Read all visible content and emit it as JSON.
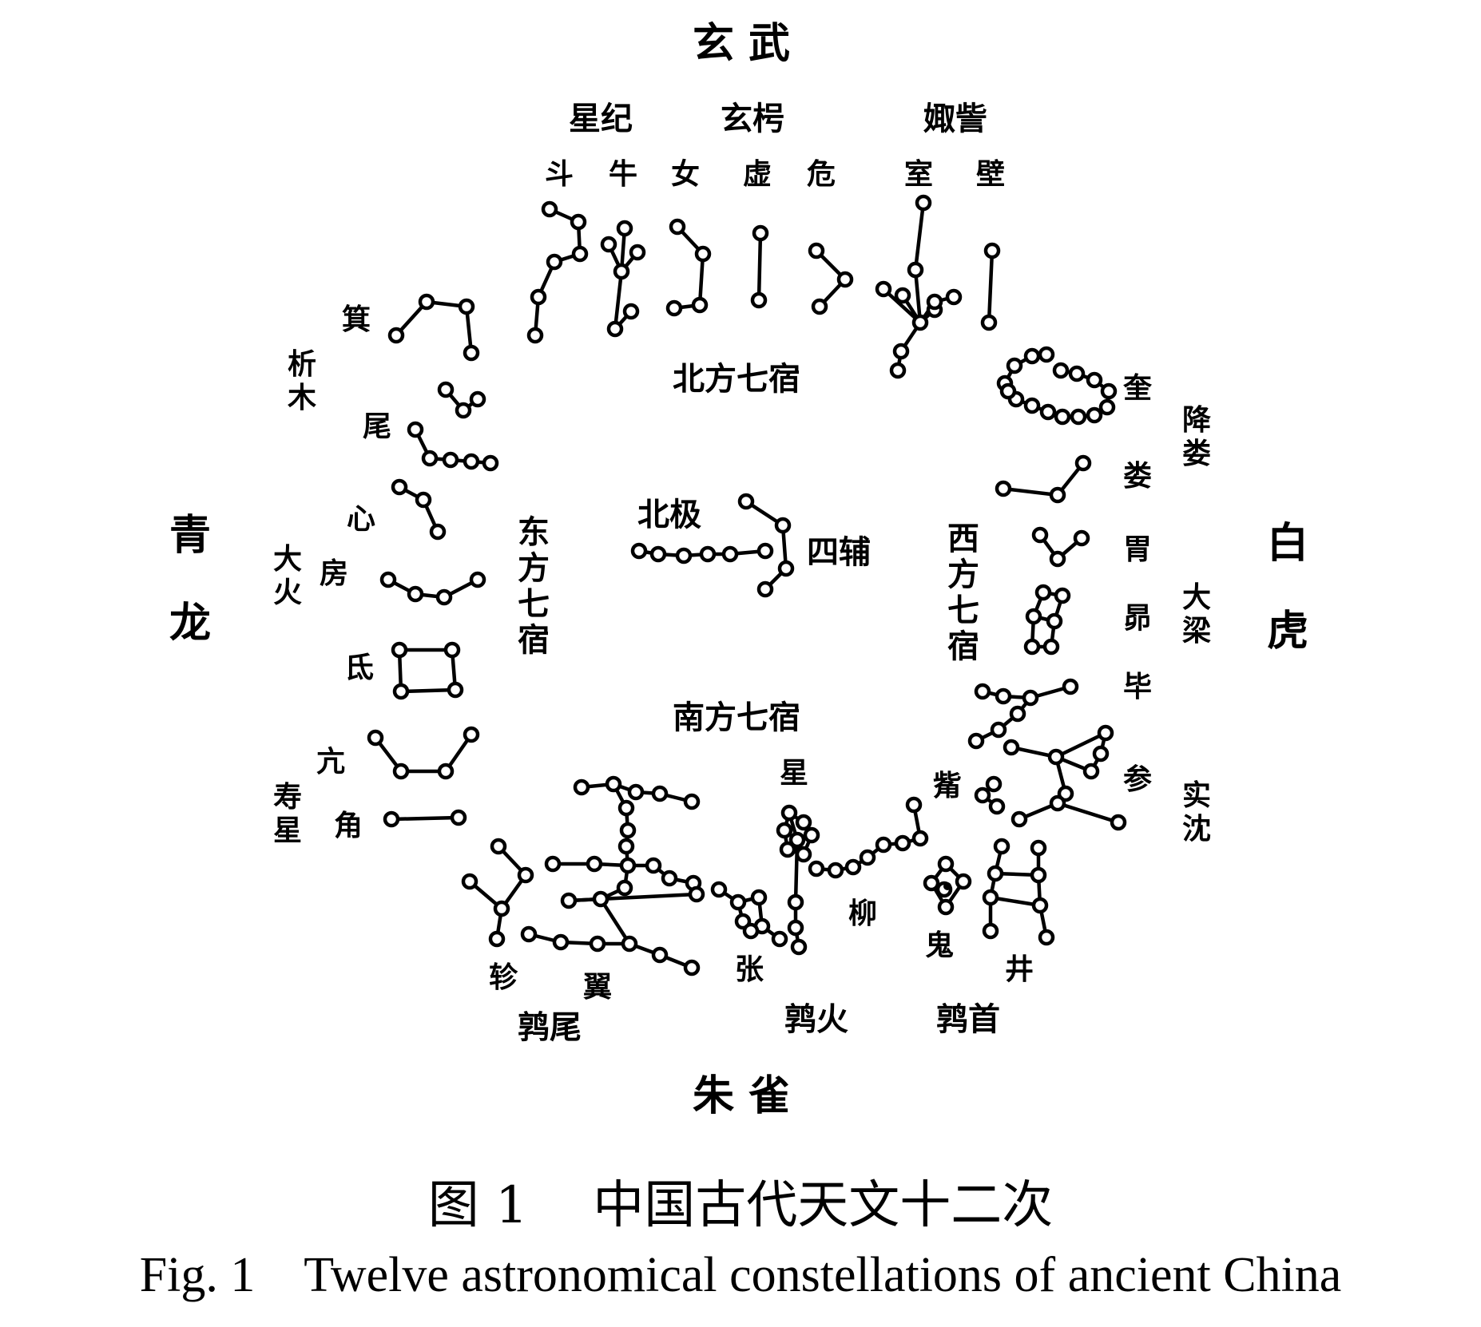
{
  "quadrants": {
    "north": "玄 武",
    "south": "朱 雀",
    "east": [
      "青",
      "龙"
    ],
    "west": [
      "白",
      "虎"
    ]
  },
  "regions": {
    "north": "北方七宿",
    "south": "南方七宿",
    "east": [
      "东",
      "方",
      "七",
      "宿"
    ],
    "west": [
      "西",
      "方",
      "七",
      "宿"
    ]
  },
  "center": {
    "pole": "北极",
    "four_assist": "四辅"
  },
  "ci": {
    "xingji": "星纪",
    "xuanxiao": "玄枵",
    "juzi": "娵訾",
    "ximu": [
      "析",
      "木"
    ],
    "dahuo": [
      "大",
      "火"
    ],
    "shouxing": [
      "寿",
      "星"
    ],
    "jiangl": [
      "降",
      "娄"
    ],
    "daliang": [
      "大",
      "梁"
    ],
    "shichen": [
      "实",
      "沈"
    ],
    "chunwei": "鹑尾",
    "chunhuo": "鹑火",
    "chunshou": "鹑首"
  },
  "mansions": {
    "dou": "斗",
    "niu": "牛",
    "nv": "女",
    "xu": "虚",
    "wei_danger": "危",
    "shi": "室",
    "bi_wall": "壁",
    "ji": "箕",
    "wei_tail": "尾",
    "xin": "心",
    "fang": "房",
    "di": "氐",
    "kang": "亢",
    "jiao": "角",
    "kui": "奎",
    "lou": "娄",
    "wei_stomach": "胃",
    "mao": "昴",
    "bi_net": "毕",
    "zi": "觜",
    "shen": "参",
    "jing": "井",
    "gui": "鬼",
    "liu": "柳",
    "xing": "星",
    "zhang": "张",
    "yi": "翼",
    "zhen": "轸"
  },
  "caption": {
    "zh_num": "图 1",
    "zh_text": "中国古代天文十二次",
    "en_num": "Fig. 1",
    "en_text": "Twelve astronomical constellations of ancient China"
  },
  "colors": {
    "ink": "#000000",
    "background": "#ffffff"
  }
}
